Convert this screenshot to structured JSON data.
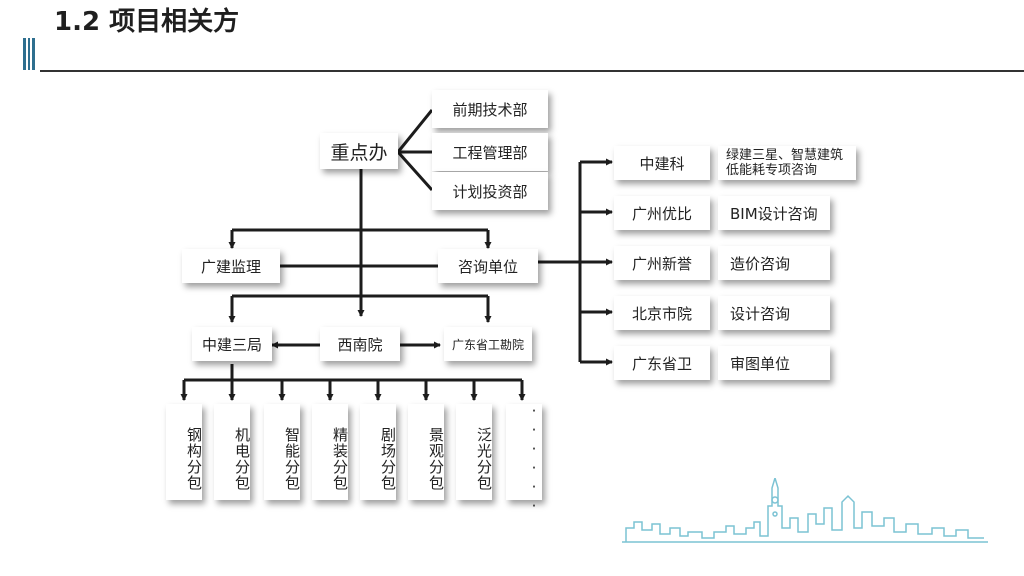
{
  "header": {
    "title": "1.2 项目相关方"
  },
  "diagram": {
    "key_office": "重点办",
    "key_office_depts": [
      "前期技术部",
      "工程管理部",
      "计划投资部"
    ],
    "supervision": "广建监理",
    "consulting": "咨询单位",
    "general_contractor": "中建三局",
    "designer": "西南院",
    "survey": "广东省工勘院",
    "consultants": [
      {
        "name": "中建科",
        "role": "绿建三星、智慧建筑低能耗专项咨询"
      },
      {
        "name": "广州优比",
        "role": "BIM设计咨询"
      },
      {
        "name": "广州新誉",
        "role": "造价咨询"
      },
      {
        "name": "北京市院",
        "role": "设计咨询"
      },
      {
        "name": "广东省卫",
        "role": "审图单位"
      }
    ],
    "subcontractors": [
      "钢构分包",
      "机电分包",
      "智能分包",
      "精装分包",
      "剧场分包",
      "景观分包",
      "泛光分包",
      "······"
    ]
  },
  "colors": {
    "line": "#1c1c1c",
    "accent": "#2e6f8f",
    "skyline": "#7cc3d4"
  }
}
